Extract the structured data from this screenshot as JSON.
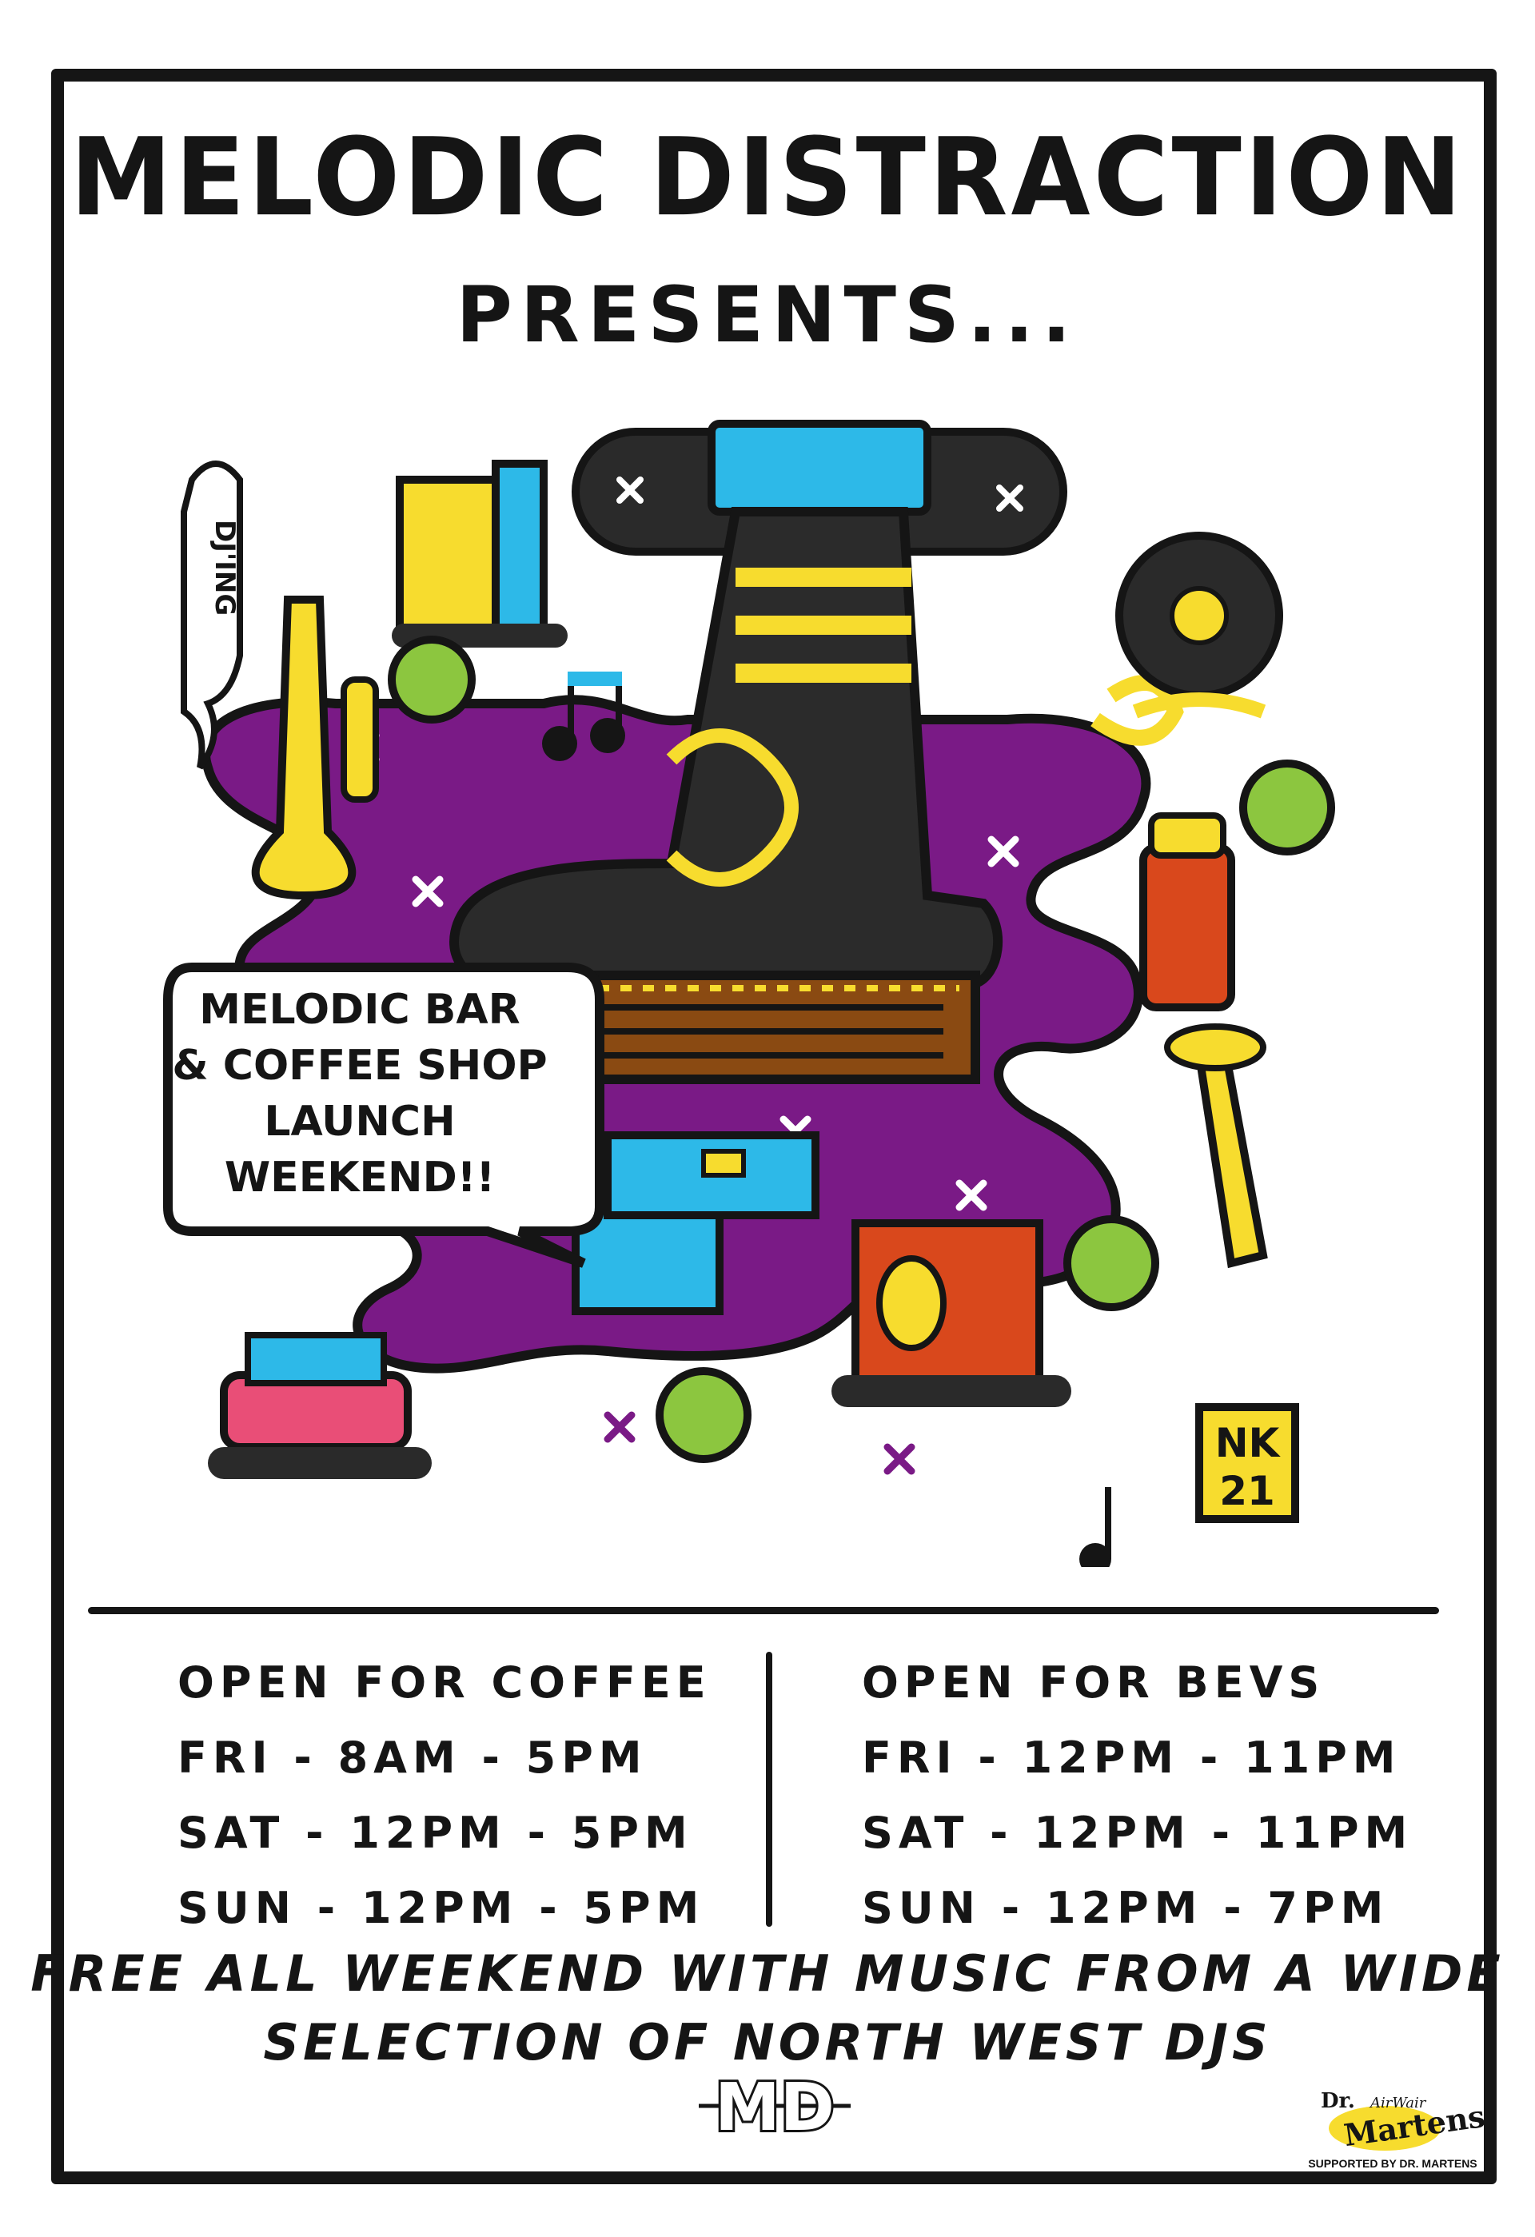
{
  "header": {
    "title": "MELODIC DISTRACTION",
    "subtitle": "PRESENTS..."
  },
  "speech_bubble": {
    "lines": [
      "MELODIC BAR",
      "& COFFEE SHOP",
      "LAUNCH",
      "WEEKEND!!"
    ]
  },
  "bubble_text_left": "DJ'ING",
  "artist_tag": {
    "line1": "NK",
    "line2": "21"
  },
  "coffee": {
    "heading": "OPEN FOR COFFEE",
    "hours": [
      "FRI - 8AM - 5PM",
      "SAT - 12PM - 5PM",
      "SUN - 12PM - 5PM"
    ]
  },
  "bevs": {
    "heading": "OPEN FOR BEVS",
    "hours": [
      "FRI - 12PM - 11PM",
      "SAT - 12PM - 11PM",
      "SUN - 12PM - 7PM"
    ]
  },
  "footer": {
    "line1": "FREE ALL WEEKEND WITH MUSIC FROM A WIDE",
    "line2": "SELECTION OF NORTH WEST DJS",
    "md_logo": "MD",
    "sponsor_brand_top": "Dr.",
    "sponsor_brand_mid": "AirWair",
    "sponsor_brand_name": "Martens",
    "sponsor_caption": "SUPPORTED BY DR. MARTENS"
  },
  "colors": {
    "ink": "#151515",
    "purple": "#7a1a86",
    "yellow": "#f7dc2e",
    "blue": "#2db9e8",
    "brown": "#8a4a12",
    "green": "#8cc63f",
    "red": "#d9481c"
  },
  "icons": [
    "boot-icon",
    "vinyl-record-icon",
    "trumpet-icon",
    "spray-can-icon",
    "tree-icon",
    "music-note-icon",
    "building-icon",
    "speaker-icon",
    "tower-icon",
    "boat-icon"
  ]
}
